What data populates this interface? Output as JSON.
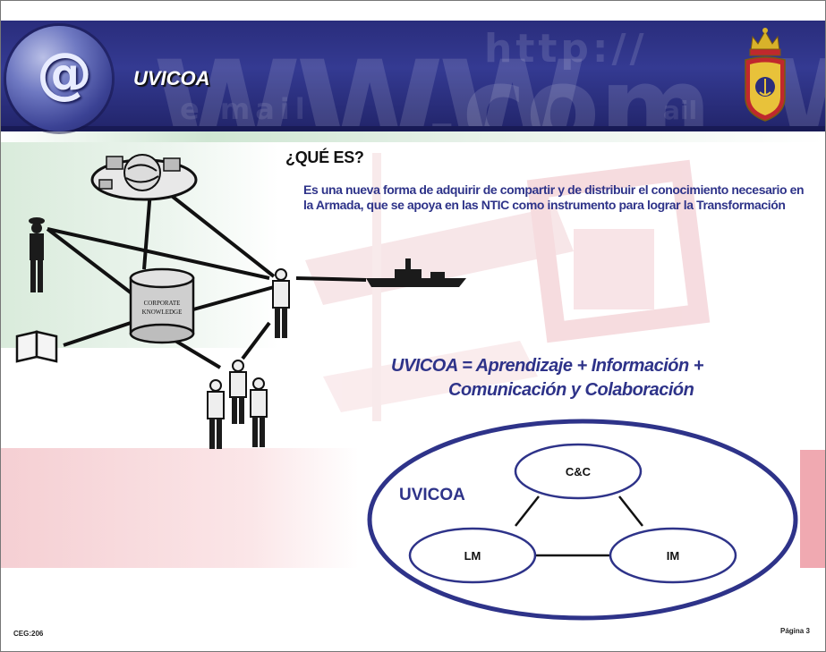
{
  "header": {
    "app_title": "UVICOA",
    "watermark": {
      "w": "WWW",
      "http": "http://",
      "com": ".com",
      "email": "e mail",
      "ail": "ail",
      "w_right": "W"
    }
  },
  "content": {
    "heading": "¿QUÉ ES?",
    "description": "Es una nueva forma de adquirir de compartir y de distribuir el conocimiento necesario en la Armada, que se apoya en las NTIC como instrumento para lograr la Transformación",
    "equation_line1": "UVICOA = Aprendizaje + Información +",
    "equation_line2": "Comunicación y Colaboración"
  },
  "network": {
    "database_label_line1": "CORPORATE",
    "database_label_line2": "KNOWLEDGE"
  },
  "diagram": {
    "outer_label": "UVICOA",
    "nodes": [
      "C&C",
      "LM",
      "IM"
    ]
  },
  "footer": {
    "left": "CEG:206",
    "right": "Página 3"
  },
  "colors": {
    "banner": "#2a2d7c",
    "text_accent": "#2e3389",
    "ellipse_stroke": "#2e3389",
    "pink": "#f0a9b1",
    "green": "#d9ebdb"
  }
}
